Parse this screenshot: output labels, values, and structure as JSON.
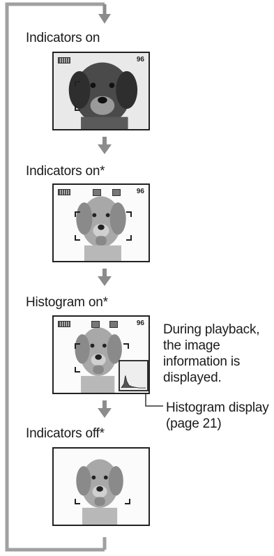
{
  "steps": [
    {
      "label": "Indicators on",
      "remaining": "96"
    },
    {
      "label": "Indicators on*",
      "remaining": "96"
    },
    {
      "label": "Histogram on*",
      "remaining": "96"
    },
    {
      "label": "Indicators off*"
    }
  ],
  "histogram_note": {
    "lines": [
      "During playback,",
      "the image",
      "information is",
      "displayed."
    ]
  },
  "histogram_callout": {
    "lines": [
      "Histogram display",
      "(page 21)"
    ]
  },
  "icons": {
    "loop_arrow": "down-arrow-icon",
    "step_arrow": "down-arrow-icon",
    "battery": "battery-icon",
    "subject": "dog-photo"
  },
  "colors": {
    "loop_line": "#9a9a9a",
    "arrow": "#8c8c8c",
    "frame": "#222222"
  }
}
